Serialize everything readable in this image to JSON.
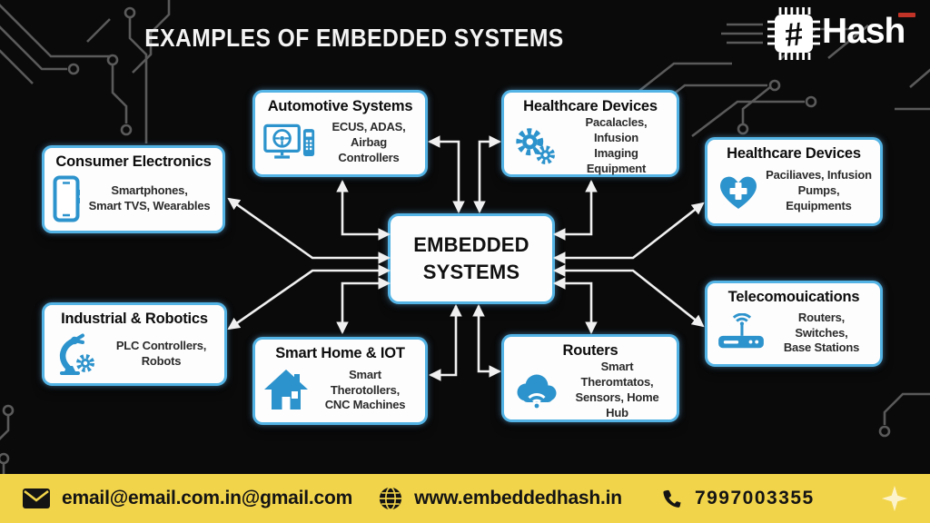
{
  "header": {
    "title": "EXAMPLES OF EMBEDDED SYSTEMS"
  },
  "logo": {
    "brand": "Hash",
    "chip_symbol": "#"
  },
  "diagram": {
    "center": {
      "label": "EMBEDDED\nSYSTEMS"
    },
    "nodes": [
      {
        "id": "consumer-electronics",
        "title": "Consumer Electronics",
        "desc": "Smartphones,\nSmart TVS, Wearables",
        "icon": "smartphone-icon"
      },
      {
        "id": "automotive-systems",
        "title": "Automotive Systems",
        "desc": "ECUS, ADAS,\nAirbag Controllers",
        "icon": "car-dashboard-icon"
      },
      {
        "id": "healthcare-devices-top",
        "title": "Healthcare Devices",
        "desc": "Pacalacles, Infusion\nImaging Equipment",
        "icon": "gears-icon"
      },
      {
        "id": "healthcare-devices-right",
        "title": "Healthcare Devices",
        "desc": "Paciliaves, Infusion\nPumps, Equipments",
        "icon": "heart-cross-icon"
      },
      {
        "id": "telecommunications",
        "title": "Telecomouications",
        "desc": "Routers, Switches,\nBase Stations",
        "icon": "router-icon"
      },
      {
        "id": "routers",
        "title": "Routers",
        "desc": "Smart Theromtatos,\nSensors, Home Hub",
        "icon": "cloud-wifi-icon"
      },
      {
        "id": "smart-home-iot",
        "title": "Smart Home & IOT",
        "desc": "Smart Therotollers,\nCNC Machines",
        "icon": "smart-home-icon"
      },
      {
        "id": "industrial-robotics",
        "title": "Industrial & Robotics",
        "desc": "PLC Controllers,\nRobots",
        "icon": "robot-arm-icon"
      }
    ]
  },
  "footer": {
    "email": "email@email.com.in@gmail.com",
    "website": "www.embeddedhash.in",
    "phone": "7997003355"
  },
  "colors": {
    "background": "#0a0a0a",
    "accent_blue": "#2d93cc",
    "box_border_blue": "#53b3e4",
    "footer_yellow": "#f2d44a",
    "arrow_white": "#f0f0f0",
    "trace_gray": "#5a5a5a",
    "logo_red": "#c23327"
  }
}
